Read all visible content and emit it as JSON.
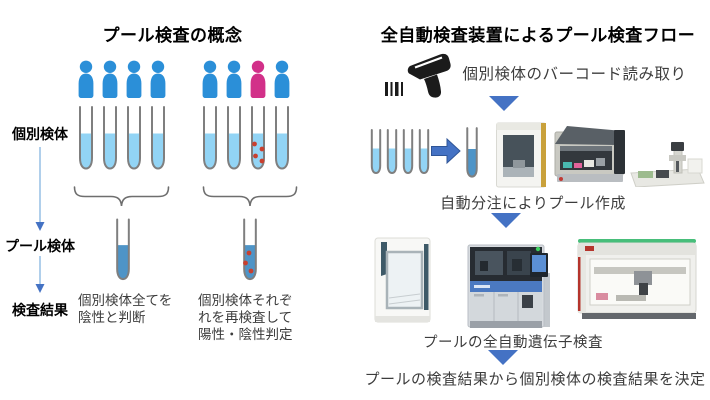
{
  "left_panel": {
    "title": "プール検査の概念",
    "rail": {
      "individual_label": "個別検体",
      "pool_label": "プール検体",
      "result_label": "検査結果"
    },
    "negative_case": {
      "result_text": "個別検体全てを\n陰性と判断"
    },
    "positive_case": {
      "result_text": "個別検体それぞ\nれを再検査して\n陽性・陰性判定"
    }
  },
  "right_panel": {
    "title": "全自動検査装置によるプール検査フロー",
    "step1_label": "個別検体のバーコード読み取り",
    "step2_label": "自動分注によりプール作成",
    "step3_label": "プールの全自動遺伝子検査",
    "step4_label": "プールの検査結果から個別検体の検査結果を決定"
  },
  "icons": {
    "barcode_scanner": "barcode-scanner-icon",
    "person": "person-icon",
    "test_tube": "test-tube-icon",
    "arrow_right": "arrow-right-icon",
    "triangle_down": "triangle-down-icon",
    "brace": "curly-brace-down"
  },
  "images": {
    "machines_row1": [
      "sample-dispenser-cabinet",
      "liquid-handling-robot",
      "pipetting-robot"
    ],
    "machines_row2": [
      "extraction-cabinet",
      "pcr-analyzer-system",
      "gene-testing-robot"
    ]
  },
  "colors": {
    "person_blue": "#2B8FD8",
    "person_pink": "#D23089",
    "sample_blue": "#92D4F5",
    "pool_blue": "#4E94C7",
    "virus_red": "#C8402F",
    "arrow_blue": "#4472C4",
    "flow_line_blue": "#9DC3E6",
    "tube_gray": "#7F7F7F",
    "brace_gray": "#6E6E6E",
    "scanner_black": "#1B1B1B",
    "text_dark": "#3C3C3C"
  }
}
